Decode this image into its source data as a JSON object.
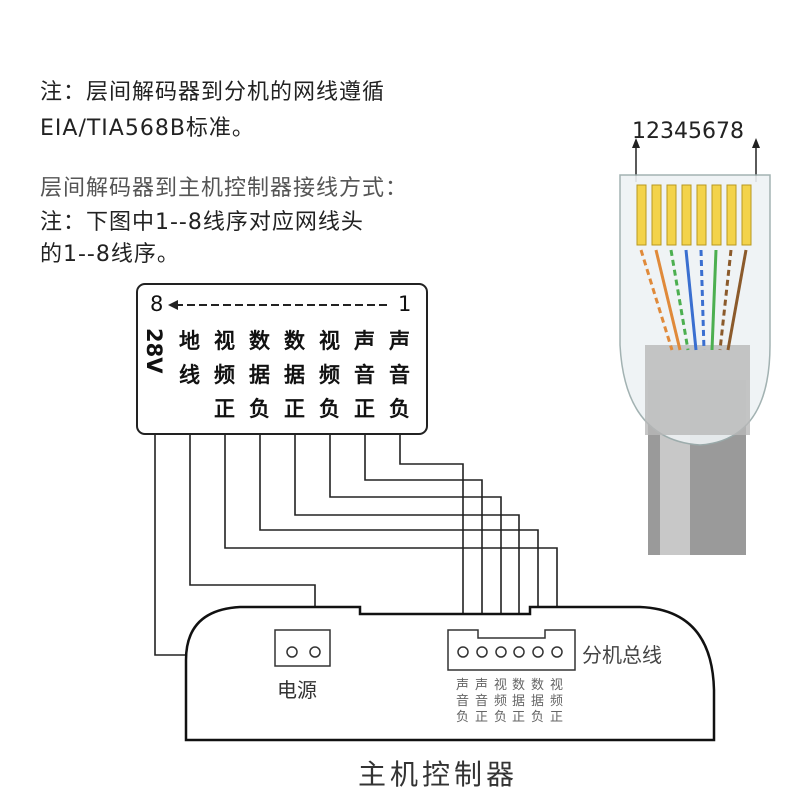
{
  "notes": {
    "line1": "注：层间解码器到分机的网线遵循",
    "line2": "EIA/TIA568B标准。",
    "line3": "层间解码器到主机控制器接线方式：",
    "line4": "注：下图中1--8线序对应网线头",
    "line5": "的1--8线序。"
  },
  "label_box": {
    "left_num": "8",
    "right_num": "1",
    "columns": [
      [
        "28V"
      ],
      [
        "地",
        "线",
        ""
      ],
      [
        "视",
        "频",
        "正"
      ],
      [
        "数",
        "据",
        "负"
      ],
      [
        "数",
        "据",
        "正"
      ],
      [
        "视",
        "频",
        "负"
      ],
      [
        "声",
        "音",
        "正"
      ],
      [
        "声",
        "音",
        "负"
      ]
    ]
  },
  "controller": {
    "title": "主机控制器",
    "power_label": "电源",
    "bus_label": "分机总线",
    "bus_pins": [
      [
        "声",
        "音",
        "负"
      ],
      [
        "声",
        "音",
        "正"
      ],
      [
        "视",
        "频",
        "负"
      ],
      [
        "数",
        "据",
        "正"
      ],
      [
        "数",
        "据",
        "负"
      ],
      [
        "视",
        "频",
        "正"
      ]
    ]
  },
  "connector": {
    "pin_numbers": "12345678",
    "wire_colors": [
      "#e08a3a",
      "#e08a3a",
      "#4caf50",
      "#3a6fd0",
      "#3a6fd0",
      "#4caf50",
      "#8b5a2b",
      "#8b5a2b"
    ]
  }
}
